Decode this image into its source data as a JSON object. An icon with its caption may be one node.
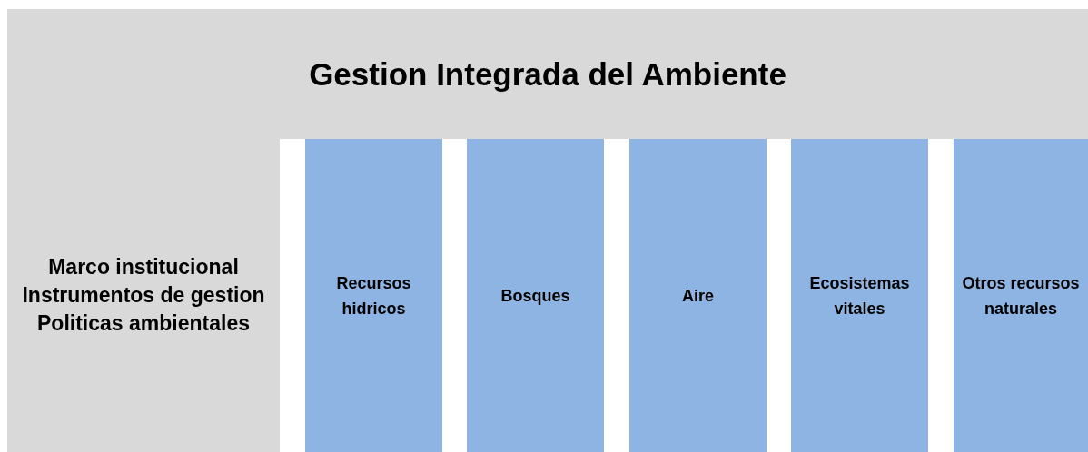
{
  "diagram": {
    "nodes": [
      {
        "text": [
          "Gestion Integrada del Ambiente",
          "Marco institucional",
          "Instrumentos de gestion",
          "Politicas ambientales"
        ]
      },
      {
        "text": [
          "Recursos hidricos"
        ]
      },
      {
        "text": [
          "Bosques"
        ]
      },
      {
        "text": [
          "Aire"
        ]
      },
      {
        "text": [
          "Ecosistemas vitales"
        ]
      },
      {
        "text": [
          "Otros recursos naturales"
        ]
      }
    ],
    "edges": []
  }
}
